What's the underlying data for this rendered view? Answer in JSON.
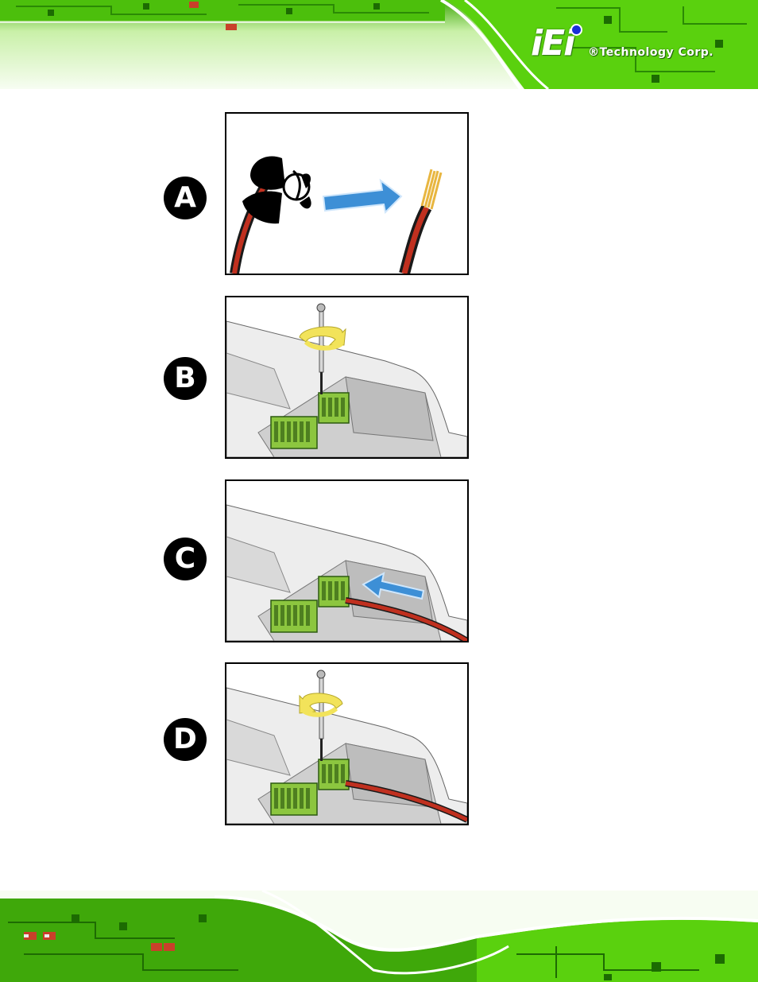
{
  "brand": {
    "logo_mark": "iEi",
    "logo_text": "®Technology Corp."
  },
  "steps": [
    {
      "label": "A",
      "figure": "wire-strip"
    },
    {
      "label": "B",
      "figure": "loosen-terminal-screw"
    },
    {
      "label": "C",
      "figure": "insert-wire"
    },
    {
      "label": "D",
      "figure": "tighten-terminal-screw"
    }
  ],
  "colors": {
    "pcb_green": "#5cd10e",
    "pcb_dark": "#2d8a06",
    "wire_red": "#c0301f",
    "arrow_blue": "#3d8fd6",
    "arrow_yellow": "#f2e35a",
    "terminal_green": "#8cc63f"
  }
}
